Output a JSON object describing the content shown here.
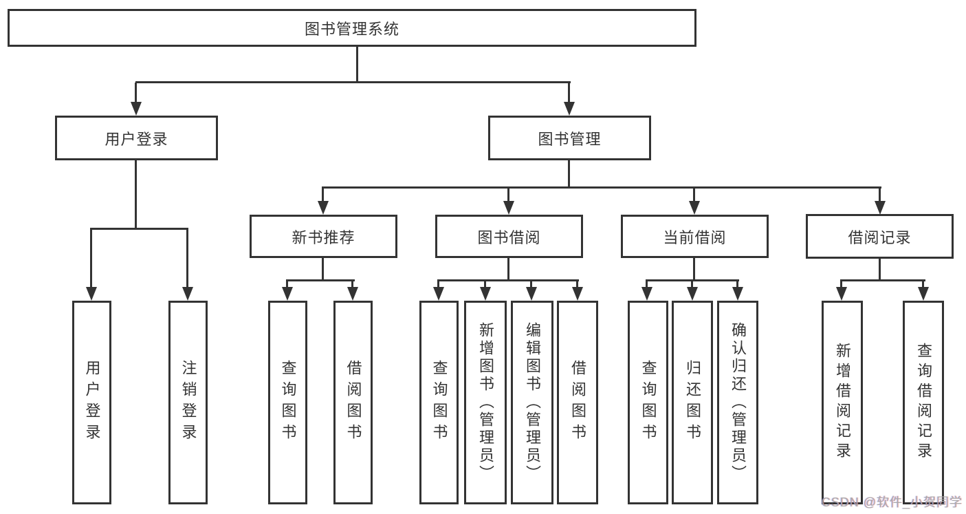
{
  "diagram_title": "图书管理系统",
  "nodes": {
    "root": "图书管理系统",
    "level2": [
      "用户登录",
      "图书管理"
    ],
    "level3": [
      "新书推荐",
      "图书借阅",
      "当前借阅",
      "借阅记录"
    ],
    "leaves": [
      "用户登录",
      "注销登录",
      "查询图书",
      "借阅图书",
      "查询图书",
      "新增图书（管理员）",
      "编辑图书（管理员）",
      "借阅图书",
      "查询图书",
      "归还图书",
      "确认归还（管理员）",
      "新增借阅记录",
      "查询借阅记录"
    ]
  },
  "watermark": "CSDN @软件_小贺同学",
  "colors": {
    "line": "#333333",
    "text": "#333333",
    "background": "#ffffff",
    "watermark": "#aaaaaa"
  }
}
